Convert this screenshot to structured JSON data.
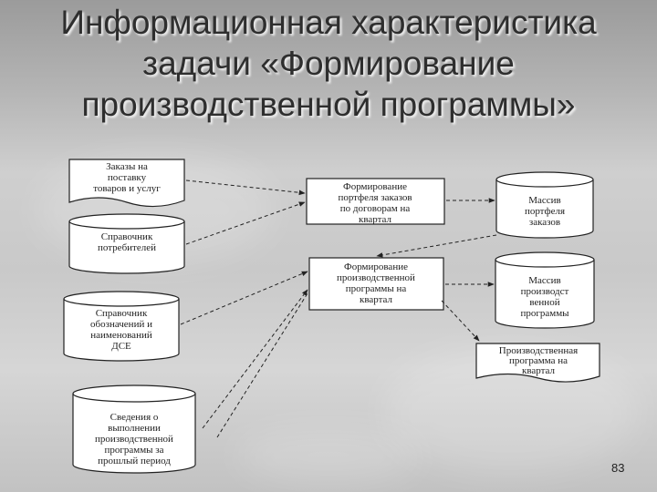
{
  "slide": {
    "title_lines": [
      "Информационная характеристика",
      "задачи «Формирование",
      "производственной программы»"
    ],
    "page_number": "83"
  },
  "diagram": {
    "docs": [
      {
        "id": "doc-orders",
        "lines": [
          "Заказы на",
          "поставку",
          "товаров и услуг"
        ]
      },
      {
        "id": "doc-plan",
        "lines": [
          "Производственная",
          "программа на",
          "квартал"
        ]
      }
    ],
    "stores": [
      {
        "id": "store-consumers",
        "lines": [
          "Справочник",
          "потребителей"
        ]
      },
      {
        "id": "store-designations",
        "lines": [
          "Справочник",
          "обозначений и",
          "наименований",
          "ДСЕ"
        ]
      },
      {
        "id": "store-prev",
        "lines": [
          "Сведения о",
          "выполнении",
          "производственной",
          "программы за",
          "прошлый период"
        ]
      },
      {
        "id": "store-portfolio",
        "lines": [
          "Массив",
          "портфеля",
          "заказов"
        ]
      },
      {
        "id": "store-program",
        "lines": [
          "Массив",
          "производст",
          "венной",
          "программы"
        ]
      }
    ],
    "processes": [
      {
        "id": "proc-portfolio",
        "lines": [
          "Формирование",
          "портфеля заказов",
          "по договорам на",
          "квартал"
        ]
      },
      {
        "id": "proc-program",
        "lines": [
          "Формирование",
          "производственной",
          "программы на",
          "квартал"
        ]
      }
    ]
  }
}
